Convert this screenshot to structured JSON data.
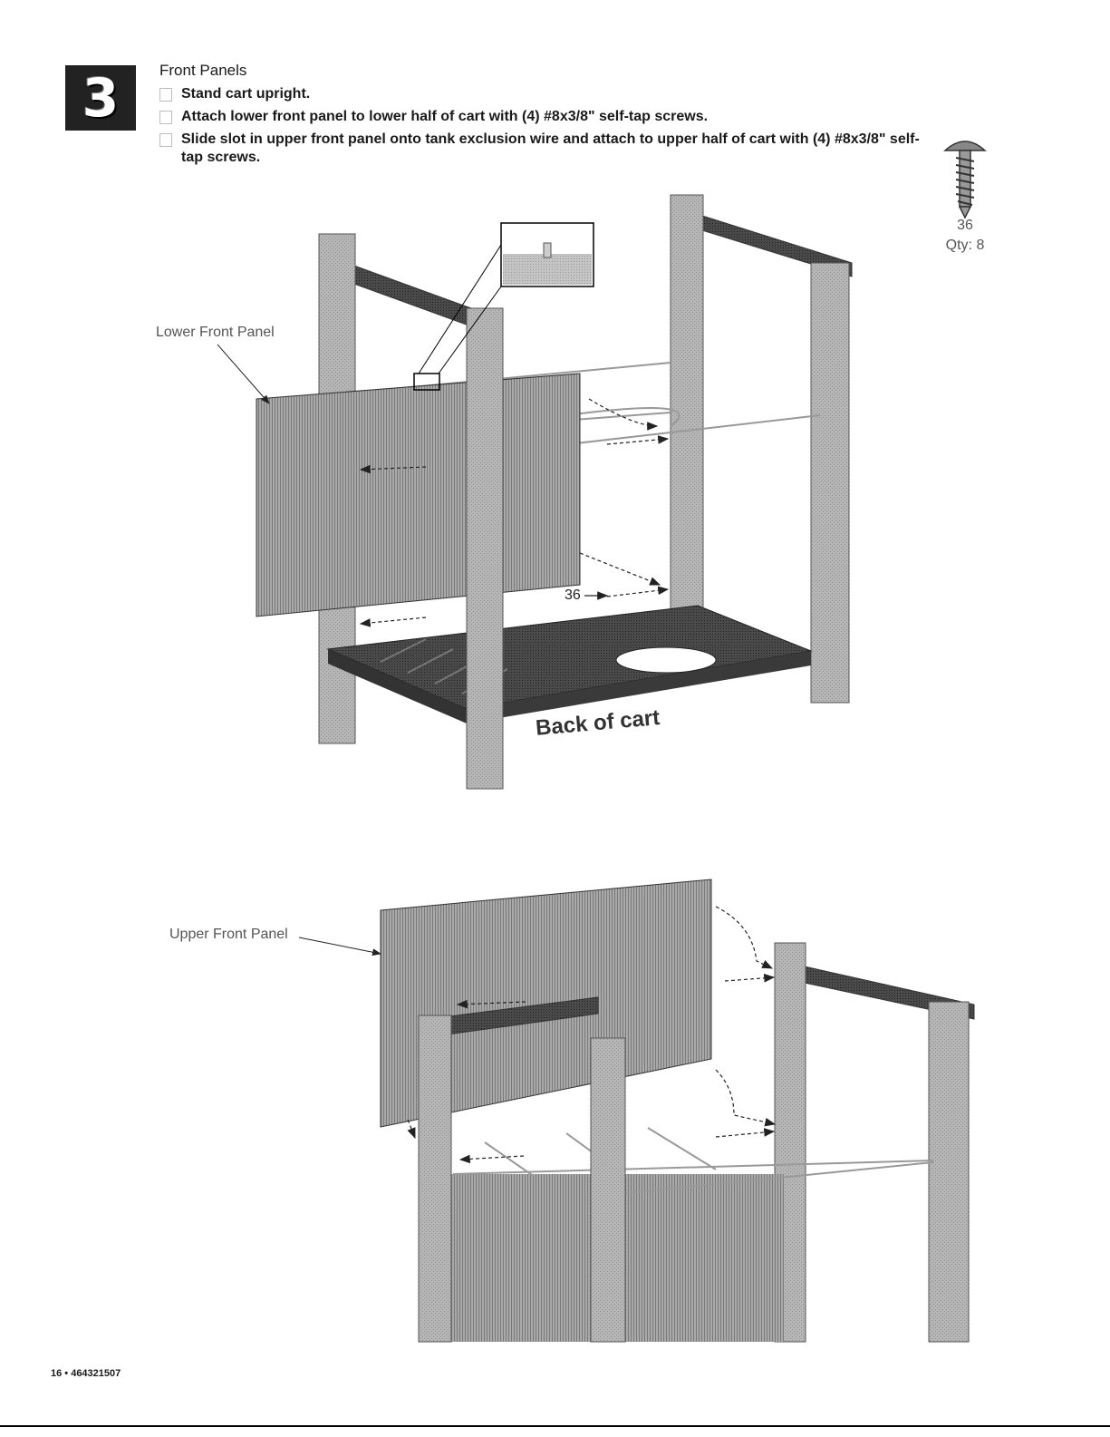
{
  "step": {
    "number": "3"
  },
  "section": {
    "title": "Front Panels"
  },
  "instructions": [
    "Stand cart upright.",
    "Attach lower front  panel to lower half of cart with (4) #8x3/8\" self-tap screws.",
    "Slide slot in upper front panel onto tank exclusion wire and attach to upper half of cart with (4) #8x3/8\" self-tap  screws."
  ],
  "part": {
    "number": "36",
    "quantity": "Qty: 8"
  },
  "figure1": {
    "callout_lower_panel": "Lower Front Panel",
    "callout_screw": "36",
    "caption_back": "Back of cart"
  },
  "figure2": {
    "callout_upper_panel": "Upper Front Panel"
  },
  "footer": {
    "page": "16 • 464321507"
  }
}
